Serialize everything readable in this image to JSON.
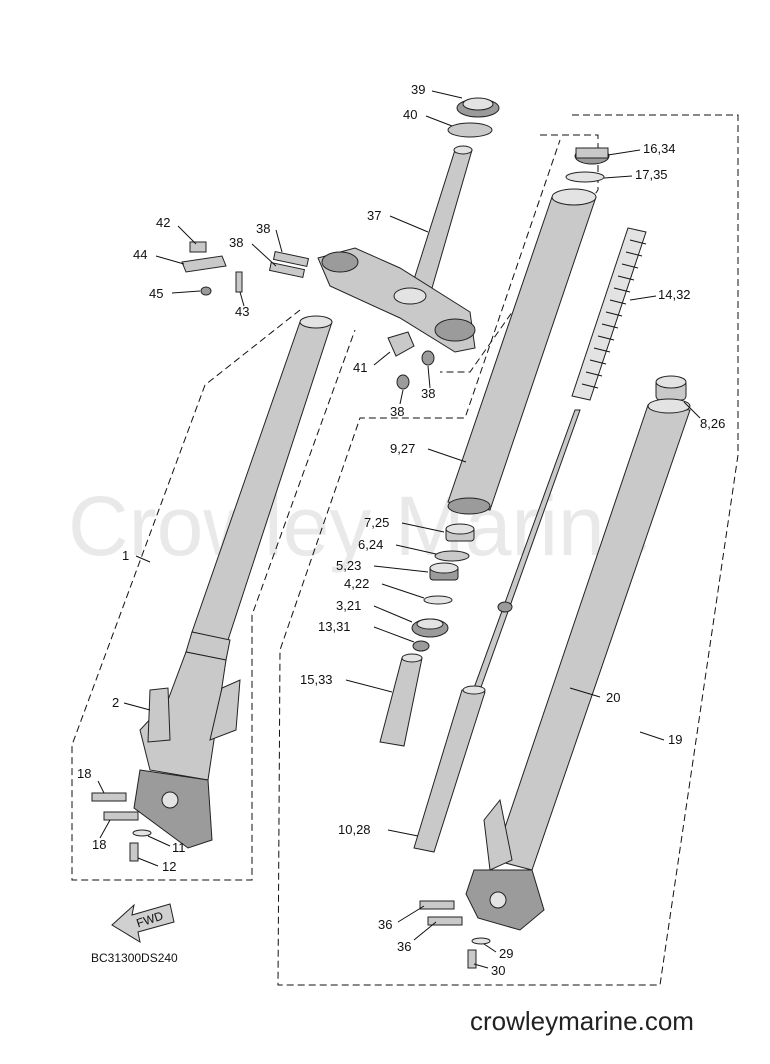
{
  "watermark": "Crowley Marine",
  "footer_url": "crowleymarine.com",
  "diagram_code": "BC31300DS240",
  "fwd_label": "FWD",
  "callouts": {
    "c39": "39",
    "c40": "40",
    "c16_34": "16,34",
    "c17_35": "17,35",
    "c37": "37",
    "c42": "42",
    "c38a": "38",
    "c38b": "38",
    "c44": "44",
    "c45": "45",
    "c43": "43",
    "c14_32": "14,32",
    "c41": "41",
    "c38c": "38",
    "c38d": "38",
    "c8_26": "8,26",
    "c9_27": "9,27",
    "c1": "1",
    "c7_25": "7,25",
    "c6_24": "6,24",
    "c5_23": "5,23",
    "c4_22": "4,22",
    "c3_21": "3,21",
    "c13_31": "13,31",
    "c15_33": "15,33",
    "c20": "20",
    "c2": "2",
    "c19": "19",
    "c18a": "18",
    "c18b": "18",
    "c11": "11",
    "c12": "12",
    "c10_28": "10,28",
    "c36a": "36",
    "c36b": "36",
    "c29": "29",
    "c30": "30"
  }
}
